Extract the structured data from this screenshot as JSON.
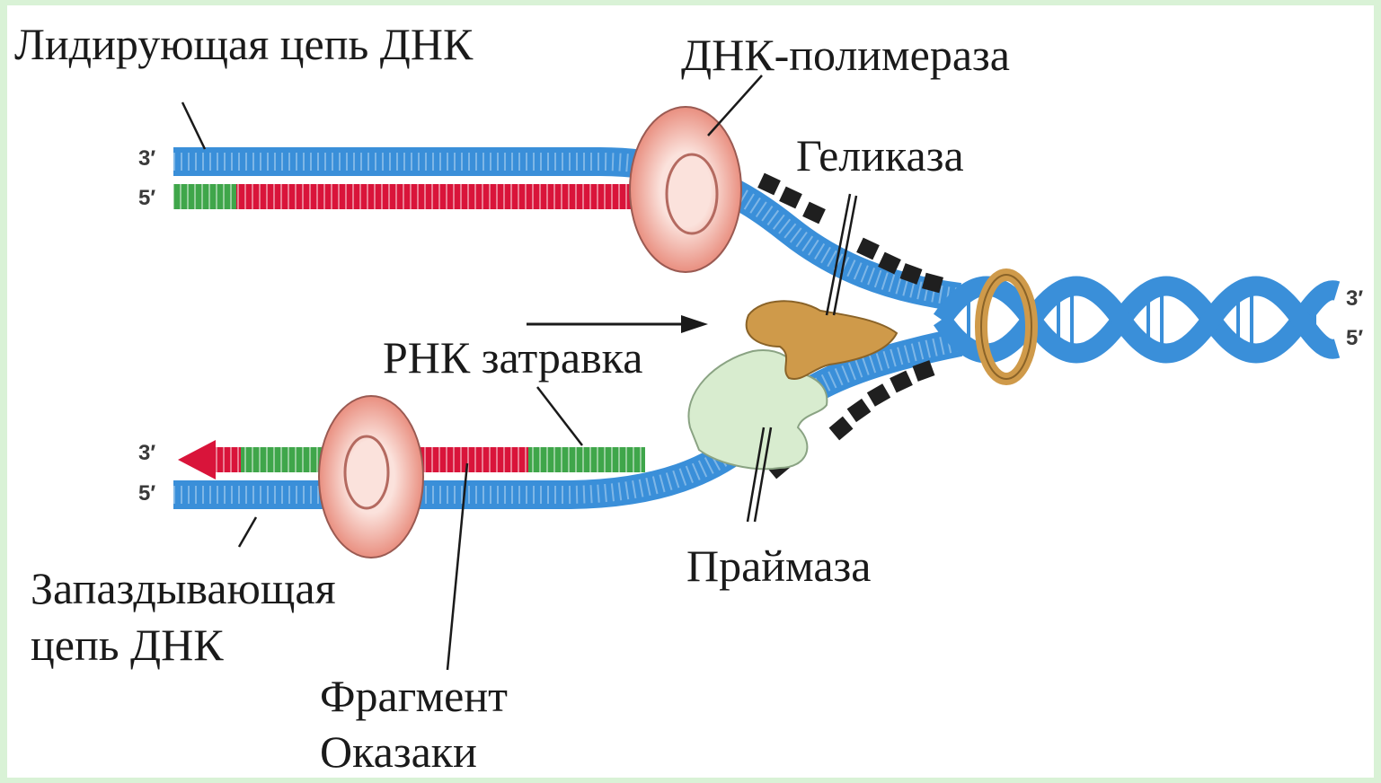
{
  "labels": {
    "leading_strand": "Лидирующая цепь ДНК",
    "dna_polymerase": "ДНК-полимераза",
    "helicase": "Геликаза",
    "rna_primer": "РНК затравка",
    "lagging_strand_line1": "Запаздывающая",
    "lagging_strand_line2": "цепь ДНК",
    "okazaki_line1": "Фрагмент",
    "okazaki_line2": "Оказаки",
    "primase": "Праймаза"
  },
  "ends": {
    "leading_top": "3′",
    "leading_bottom": "5′",
    "lagging_top": "3′",
    "lagging_bottom": "5′",
    "helix_top": "3′",
    "helix_bottom": "5′"
  },
  "colors": {
    "dna_blue": "#3a8fd9",
    "new_dna_red": "#d9143a",
    "rna_primer_green": "#3fa64a",
    "polymerase_ring": "#f2b4a8",
    "helicase_brown": "#cf9a4a",
    "primase_green": "#d8eccf",
    "ssb_protein": "#1f1f1f"
  }
}
